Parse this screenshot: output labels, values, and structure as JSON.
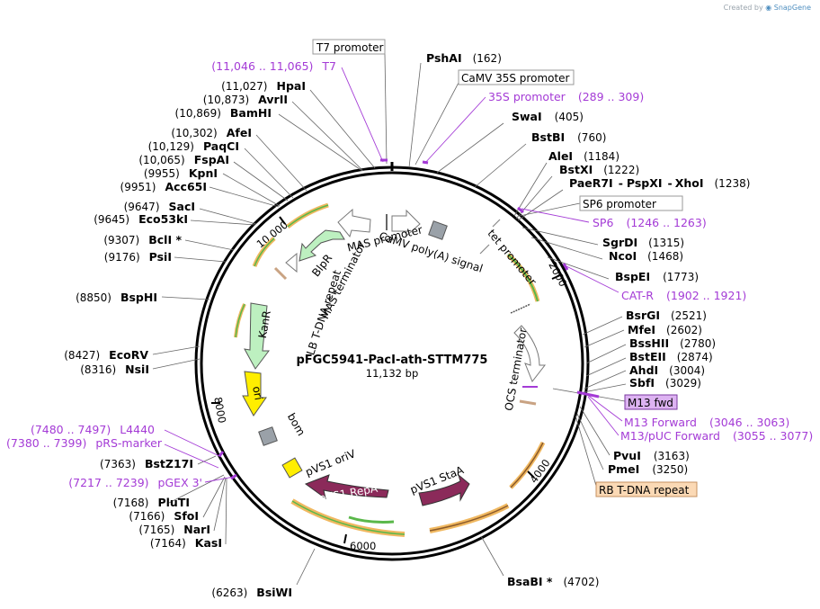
{
  "watermark": {
    "created_by": "Created by",
    "brand": "SnapGene"
  },
  "plasmid": {
    "name": "pFGC5941-PacI-ath-STTM775",
    "size": "11,132 bp"
  },
  "ticks": [
    {
      "label": "2000"
    },
    {
      "label": "4000"
    },
    {
      "label": "6000"
    },
    {
      "label": "8000"
    },
    {
      "label": "10,000"
    }
  ],
  "enzymes_top": [
    {
      "name": "PshAI",
      "pos": "(162)"
    },
    {
      "name": "SwaI",
      "pos": "(405)"
    },
    {
      "name": "BstBI",
      "pos": "(760)"
    },
    {
      "name": "AleI",
      "pos": "(1184)"
    },
    {
      "name": "BstXI",
      "pos": "(1222)"
    },
    {
      "name": "PaeR7I",
      "extra1": "PspXI",
      "extra2": "XhoI",
      "pos": "(1238)"
    },
    {
      "name": "SgrDI",
      "pos": "(1315)"
    },
    {
      "name": "NcoI",
      "pos": "(1468)"
    },
    {
      "name": "BspEI",
      "pos": "(1773)"
    }
  ],
  "enzymes_right": [
    {
      "name": "BsrGI",
      "pos": "(2521)"
    },
    {
      "name": "MfeI",
      "pos": "(2602)"
    },
    {
      "name": "BssHII",
      "pos": "(2780)"
    },
    {
      "name": "BstEII",
      "pos": "(2874)"
    },
    {
      "name": "AhdI",
      "pos": "(3004)"
    },
    {
      "name": "SbfI",
      "pos": "(3029)"
    },
    {
      "name": "PvuI",
      "pos": "(3163)"
    },
    {
      "name": "PmeI",
      "pos": "(3250)"
    },
    {
      "name": "BsaBI *",
      "pos": "(4702)"
    }
  ],
  "enzymes_left": [
    {
      "name": "HpaI",
      "pos": "(11,027)"
    },
    {
      "name": "AvrII",
      "pos": "(10,873)"
    },
    {
      "name": "BamHI",
      "pos": "(10,869)"
    },
    {
      "name": "AfeI",
      "pos": "(10,302)"
    },
    {
      "name": "PaqCI",
      "pos": "(10,129)"
    },
    {
      "name": "FspAI",
      "pos": "(10,065)"
    },
    {
      "name": "KpnI",
      "pos": "(9955)"
    },
    {
      "name": "Acc65I",
      "pos": "(9951)"
    },
    {
      "name": "SacI",
      "pos": "(9647)"
    },
    {
      "name": "Eco53kI",
      "pos": "(9645)"
    },
    {
      "name": "BclI *",
      "pos": "(9307)"
    },
    {
      "name": "PsiI",
      "pos": "(9176)"
    },
    {
      "name": "BspHI",
      "pos": "(8850)"
    },
    {
      "name": "EcoRV",
      "pos": "(8427)"
    },
    {
      "name": "NsiI",
      "pos": "(8316)"
    },
    {
      "name": "BstZ17I",
      "pos": "(7363)"
    },
    {
      "name": "PluTI",
      "pos": "(7168)"
    },
    {
      "name": "SfoI",
      "pos": "(7166)"
    },
    {
      "name": "NarI",
      "pos": "(7165)"
    },
    {
      "name": "KasI",
      "pos": "(7164)"
    },
    {
      "name": "BsiWI",
      "pos": "(6263)"
    }
  ],
  "primers": [
    {
      "name": "T7",
      "range": "(11,046 .. 11,065)"
    },
    {
      "name": "35S promoter",
      "range": "(289 .. 309)"
    },
    {
      "name": "SP6",
      "range": "(1246 .. 1263)"
    },
    {
      "name": "CAT-R",
      "range": "(1902 .. 1921)"
    },
    {
      "name": "M13 Forward",
      "range": "(3046 .. 3063)"
    },
    {
      "name": "M13/pUC Forward",
      "range": "(3055 .. 3077)"
    },
    {
      "name": "L4440",
      "range": "(7480 .. 7497)"
    },
    {
      "name": "pRS-marker",
      "range": "(7380 .. 7399)"
    },
    {
      "name": "pGEX 3'",
      "range": "(7217 .. 7239)"
    }
  ],
  "boxed_labels": {
    "t7_promoter": "T7 promoter",
    "camv_35s_promoter": "CaMV 35S promoter",
    "sp6_promoter": "SP6 promoter",
    "m13_fwd": "M13 fwd",
    "rb_tdna": "RB T-DNA repeat"
  },
  "features": {
    "mas_promoter": "MAS promoter",
    "camv_polya": "CaMV poly(A) signal",
    "tet_promoter": "tet promoter",
    "blpr": "BlpR",
    "mas_terminator": "MAS terminator",
    "lb_tdna": "LB T-DNA repeat",
    "kanr": "KanR",
    "ocs_terminator": "OCS terminator",
    "ori": "ori",
    "bom": "bom",
    "pvs1_oriv": "pVS1 oriV",
    "pvs1_repa": "pVS1 RepA",
    "pvs1_staa": "pVS1 StaA"
  },
  "colors": {
    "primer": "#a43bd6",
    "blpr": "#bdf0c0",
    "kanr": "#bdf0c0",
    "ori": "#ffee00",
    "pvs1": "#8b2a5a",
    "orange_arrow": "#f0b860",
    "green_arrow": "#5ab84a",
    "rb_box": "#fbd9b5",
    "m13_box": "#ddb3f2"
  }
}
